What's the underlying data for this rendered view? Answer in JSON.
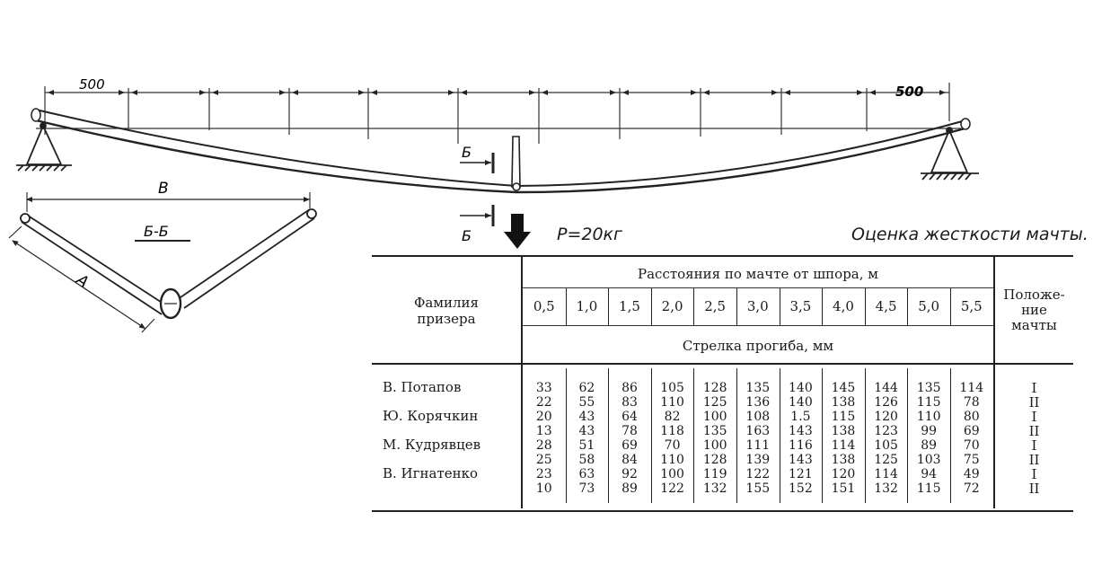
{
  "figure": {
    "dim_left": "500",
    "dim_right": "500",
    "dim_b": "В",
    "dim_a": "А",
    "section_label": "Б-Б",
    "cut_b_top": "Б",
    "cut_b_bottom": "Б",
    "load_label": "P=20кг",
    "title": "Оценка жесткости мачты."
  },
  "table": {
    "name_header": [
      "Фамилия",
      "призера"
    ],
    "distance_header": "Расстояния по мачте от шпора, м",
    "deflection_header": "Стрелка прогиба, мм",
    "position_header": [
      "Положе-",
      "ние",
      "мачты"
    ],
    "distances": [
      "0,5",
      "1,0",
      "1,5",
      "2,0",
      "2,5",
      "3,0",
      "3,5",
      "4,0",
      "4,5",
      "5,0",
      "5,5"
    ],
    "names": [
      "В. Потапов",
      "Ю. Корячкин",
      "М. Кудрявцев",
      "В. Игнатенко"
    ],
    "rows": [
      {
        "values": [
          "33",
          "62",
          "86",
          "105",
          "128",
          "135",
          "140",
          "145",
          "144",
          "135",
          "114"
        ],
        "position": "I"
      },
      {
        "values": [
          "22",
          "55",
          "83",
          "110",
          "125",
          "136",
          "140",
          "138",
          "126",
          "115",
          "78"
        ],
        "position": "II"
      },
      {
        "values": [
          "20",
          "43",
          "64",
          "82",
          "100",
          "108",
          "1.5",
          "115",
          "120",
          "110",
          "80"
        ],
        "position": "I"
      },
      {
        "values": [
          "13",
          "43",
          "78",
          "118",
          "135",
          "163",
          "143",
          "138",
          "123",
          "99",
          "69"
        ],
        "position": "II"
      },
      {
        "values": [
          "28",
          "51",
          "69",
          "70",
          "100",
          "111",
          "116",
          "114",
          "105",
          "89",
          "70"
        ],
        "position": "I"
      },
      {
        "values": [
          "25",
          "58",
          "84",
          "110",
          "128",
          "139",
          "143",
          "138",
          "125",
          "103",
          "75"
        ],
        "position": "II"
      },
      {
        "values": [
          "23",
          "63",
          "92",
          "100",
          "119",
          "122",
          "121",
          "120",
          "114",
          "94",
          "49"
        ],
        "position": "I"
      },
      {
        "values": [
          "10",
          "73",
          "89",
          "122",
          "132",
          "155",
          "152",
          "151",
          "132",
          "115",
          "72"
        ],
        "position": "II"
      }
    ]
  }
}
